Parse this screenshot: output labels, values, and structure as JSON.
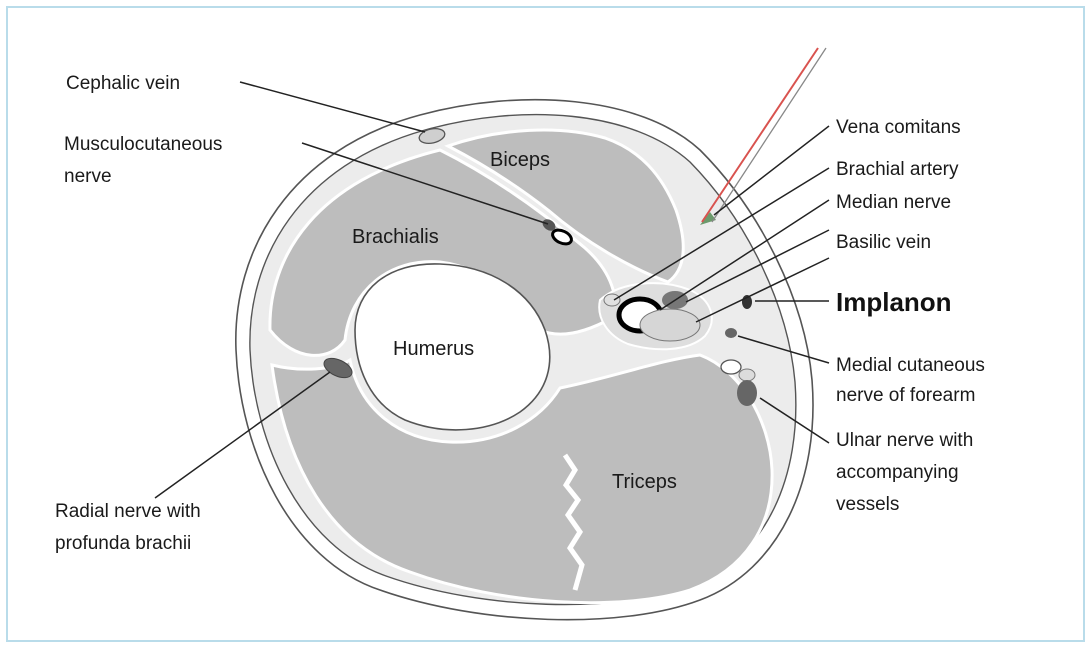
{
  "colors": {
    "frame_border": "#b9dcea",
    "muscle_fill": "#bdbdbd",
    "fascia_fill": "#ececec",
    "skin_fill": "#ffffff",
    "outline": "#555555",
    "vessel_dark": "#555555",
    "implant_ring": "#000000",
    "red_line": "#d9534f"
  },
  "labels": {
    "cephalic_vein": "Cephalic vein",
    "musculocutaneous_1": "Musculocutaneous",
    "musculocutaneous_2": "nerve",
    "vena_comitans": "Vena comitans",
    "brachial_artery": "Brachial artery",
    "median_nerve": "Median nerve",
    "basilic_vein": "Basilic vein",
    "implanon": "Implanon",
    "medial_cutaneous_1": "Medial cutaneous",
    "medial_cutaneous_2": "nerve of forearm",
    "ulnar_1": "Ulnar nerve with",
    "ulnar_2": "accompanying",
    "ulnar_3": "vessels",
    "radial_1": "Radial nerve with",
    "radial_2": "profunda brachii",
    "biceps": "Biceps",
    "brachialis": "Brachialis",
    "humerus": "Humerus",
    "triceps": "Triceps"
  }
}
